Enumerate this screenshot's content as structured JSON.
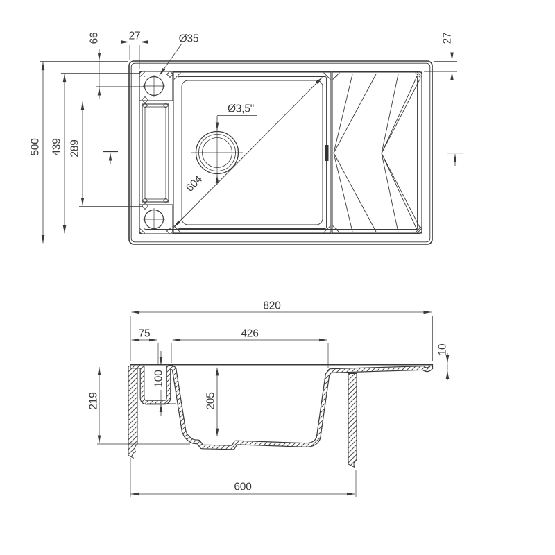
{
  "drawing": {
    "title": "sink-technical-drawing",
    "top_view": {
      "dim_overall_height": "500",
      "dim_inner_height": "439",
      "dim_channel_span": "289",
      "dim_hole_offset": "66",
      "dim_rim_left": "27",
      "dim_rim_right": "27",
      "label_tap_hole": "Ø35",
      "label_drain_hole": "Ø3,5\"",
      "dim_bowl_diagonal": "604"
    },
    "section_view": {
      "dim_overall_width": "820",
      "dim_left_ledge": "75",
      "dim_bowl_width": "426",
      "dim_edge_thickness": "10",
      "dim_overall_depth": "219",
      "dim_ledge_depth": "100",
      "dim_bowl_depth": "205",
      "dim_cabinet_width": "600"
    },
    "colors": {
      "line": "#3a3a3a",
      "background": "#ffffff"
    }
  }
}
